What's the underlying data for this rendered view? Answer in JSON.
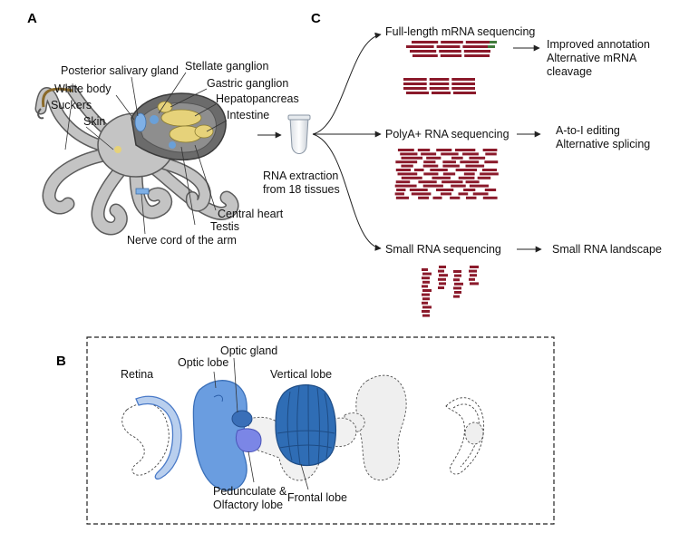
{
  "panels": {
    "a": "A",
    "b": "B",
    "c": "C"
  },
  "octopus": {
    "labels": [
      "Posterior salivary gland",
      "Stellate ganglion",
      "White body",
      "Gastric ganglion",
      "Hepatopancreas",
      "Suckers",
      "Skin",
      "Intestine",
      "Central heart",
      "Testis",
      "Nerve cord of the arm"
    ]
  },
  "extraction": {
    "line1": "RNA extraction",
    "line2": "from 18 tissues"
  },
  "branches": [
    {
      "title": "Full-length mRNA sequencing",
      "outcomes": [
        "Improved annotation",
        "Alternative mRNA",
        "cleavage"
      ]
    },
    {
      "title": "PolyA+ RNA sequencing",
      "outcomes": [
        "A-to-I editing",
        "Alternative splicing"
      ]
    },
    {
      "title": "Small RNA sequencing",
      "outcomes": [
        "Small RNA landscape"
      ]
    }
  ],
  "brain": {
    "labels": [
      "Optic gland",
      "Optic lobe",
      "Retina",
      "Vertical lobe",
      "Pedunculate &",
      "Olfactory lobe",
      "Frontal lobe"
    ]
  },
  "colors": {
    "read": "#8b1a2b",
    "read_highlight": "#3f7a3a",
    "optic_lobe": "#6a9de0",
    "vertical_lobe": "#2f6db5",
    "optic_gland": "#3a6fb8",
    "olfactory": "#7b86e6",
    "body_gray": "#bdbdbd",
    "mantle_dark": "#6b6b6b",
    "organ_yellow": "#e6d27a"
  }
}
